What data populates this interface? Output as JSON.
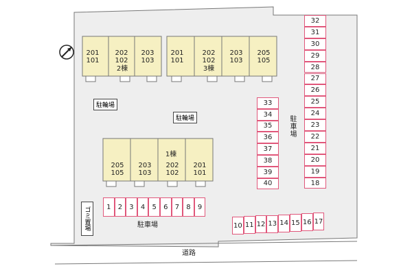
{
  "compass": {
    "label": "N"
  },
  "road": {
    "label": "道路"
  },
  "building_2": {
    "units": [
      {
        "upper": "201",
        "lower": "101"
      },
      {
        "upper": "202",
        "lower": "102"
      },
      {
        "upper": "203",
        "lower": "103"
      }
    ],
    "name": "2棟"
  },
  "building_3": {
    "units": [
      {
        "upper": "201",
        "lower": "101"
      },
      {
        "upper": "202",
        "lower": "102"
      },
      {
        "upper": "203",
        "lower": "103"
      },
      {
        "upper": "205",
        "lower": "105"
      }
    ],
    "name": "3棟"
  },
  "building_1": {
    "units": [
      {
        "upper": "205",
        "lower": "105"
      },
      {
        "upper": "203",
        "lower": "103"
      },
      {
        "upper": "202",
        "lower": "102"
      },
      {
        "upper": "201",
        "lower": "101"
      }
    ],
    "name": "1棟"
  },
  "bike_parking": [
    "駐輪場",
    "駐輪場"
  ],
  "parking_label_right": "駐車場",
  "parking_label_bottom": "駐車場",
  "garbage_label": "ゴミ置場",
  "parking_right_column": [
    "32",
    "31",
    "30",
    "29",
    "28",
    "27",
    "26",
    "25",
    "24",
    "23",
    "22",
    "21",
    "20",
    "19",
    "18"
  ],
  "parking_middle_column": [
    "33",
    "34",
    "35",
    "36",
    "37",
    "38",
    "39",
    "40"
  ],
  "parking_bottom_row": [
    "1",
    "2",
    "3",
    "4",
    "5",
    "6",
    "7",
    "8",
    "9"
  ],
  "parking_bottom_right_row": [
    "10",
    "11",
    "12",
    "13",
    "14",
    "15",
    "16",
    "17"
  ],
  "colors": {
    "lot": "#eeeeee",
    "building": "#f6f0c2",
    "stall_border": "#e0567a",
    "outline": "#777777"
  }
}
